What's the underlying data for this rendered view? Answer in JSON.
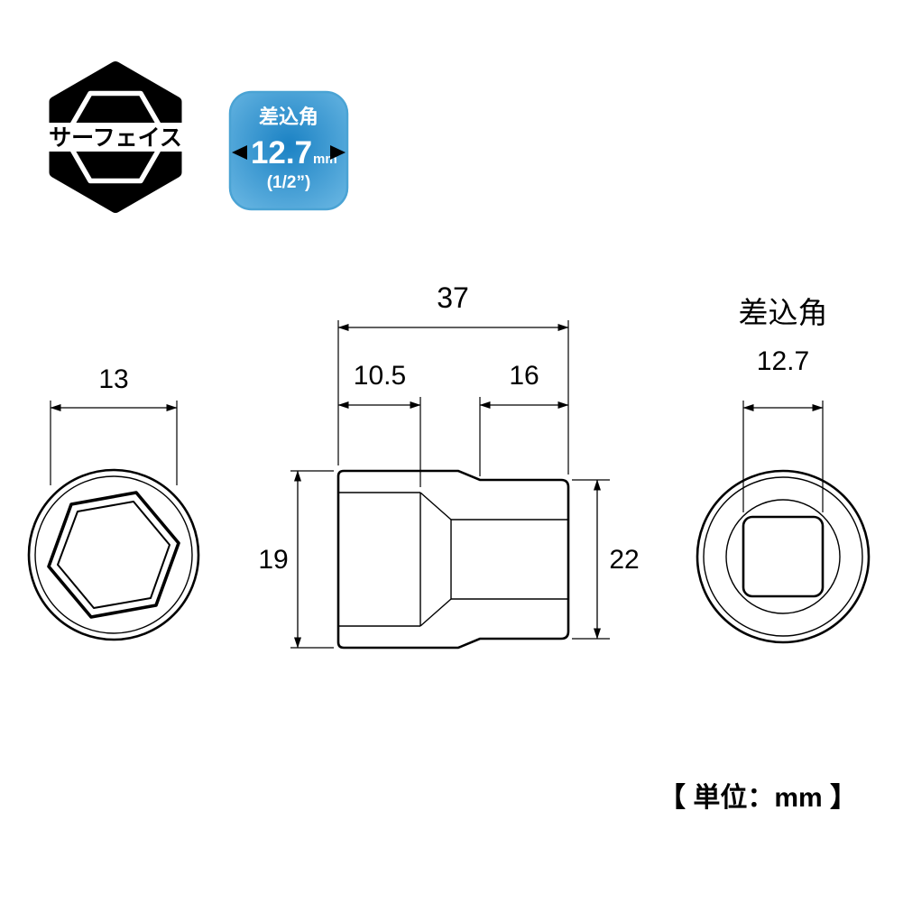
{
  "logo": {
    "text": "サーフェイス"
  },
  "badge": {
    "title": "差込角",
    "value": "12.7",
    "unit": "mm",
    "fraction": "(1/2”)"
  },
  "front_view": {
    "width_dim": "13"
  },
  "side_view": {
    "total_length": "37",
    "hole_depth": "10.5",
    "drive_length": "16",
    "front_height": "19",
    "rear_height": "22"
  },
  "rear_view": {
    "drive_label": "差込角",
    "drive_size": "12.7"
  },
  "footer": {
    "unit_note": "【 単位：mm 】"
  },
  "colors": {
    "badge_center": "#1b82c4",
    "badge_edge": "#6db9e4",
    "badge_border": "#4aa3d4",
    "ink": "#000000"
  }
}
